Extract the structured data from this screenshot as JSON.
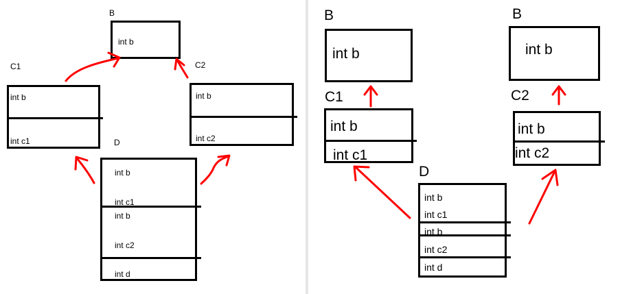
{
  "left": {
    "B": {
      "title": "B",
      "fields": [
        "int b"
      ]
    },
    "C1": {
      "title": "C1",
      "fields": [
        "int b",
        "int c1"
      ]
    },
    "C2": {
      "title": "C2",
      "fields": [
        "int b",
        "int c2"
      ]
    },
    "D": {
      "title": "D",
      "fields": [
        "int b",
        "int c1",
        "int b",
        "int c2",
        "int d"
      ]
    }
  },
  "right": {
    "B1": {
      "title": "B",
      "fields": [
        "int b"
      ]
    },
    "B2": {
      "title": "B",
      "fields": [
        "int b"
      ]
    },
    "C1": {
      "title": "C1",
      "fields": [
        "int b",
        "int c1"
      ]
    },
    "C2": {
      "title": "C2",
      "fields": [
        "int b",
        "int c2"
      ]
    },
    "D": {
      "title": "D",
      "fields": [
        "int b",
        "int c1",
        "int b",
        "int c2",
        "int d"
      ]
    }
  },
  "colors": {
    "arrow": "#ff0000",
    "box": "#000000",
    "divider": "#e6e6e6"
  }
}
